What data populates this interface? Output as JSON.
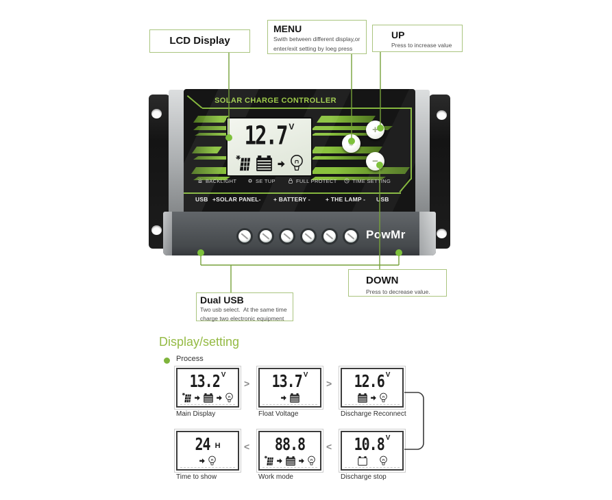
{
  "callouts": {
    "lcd": {
      "title": "LCD Display"
    },
    "menu": {
      "title": "MENU",
      "line1": "Swith between different display,or",
      "line2": "enter/exit setting by loeg press"
    },
    "up": {
      "title": "UP",
      "desc": "Press to increase value"
    },
    "down": {
      "title": "DOWN",
      "desc": "Press to decrease value."
    },
    "dual_usb": {
      "title": "Dual USB",
      "line1": "Two usb select.  At the same time",
      "line2": "charge two electronic equipment"
    }
  },
  "device": {
    "header": "SOLAR CHARGE CONTROLLER",
    "brand": "PowMr",
    "lcd": {
      "value": "12.7",
      "unit": "V",
      "icons": [
        "solar-panel-icon",
        "battery-icon",
        "arrow-icon",
        "bulb-icon"
      ]
    },
    "buttons": {
      "menu_glyph": "",
      "up_glyph": "+",
      "down_glyph": "−"
    },
    "functions": [
      {
        "icon": "backlight-icon",
        "label": "BACKLIGHT"
      },
      {
        "icon": "gear-icon",
        "label": "SE TUP"
      },
      {
        "icon": "lock-icon",
        "label": "FULL PROTECT"
      },
      {
        "icon": "clock-icon",
        "label": "TIME SETTING"
      }
    ],
    "ports": [
      "USB",
      "+SOLAR PANEL-",
      "+ BATTERY -",
      "+ THE LAMP -",
      "USB"
    ],
    "terminal_count": 6
  },
  "process": {
    "heading": "Display/setting",
    "subheading": "Process",
    "row1_separator": ">",
    "row2_separator": "<",
    "screens": [
      {
        "value": "13.2",
        "unit": "V",
        "label": "Main Display",
        "icons": [
          "solar-panel-icon",
          "arrow-icon",
          "battery-icon",
          "arrow-icon",
          "bulb-icon"
        ]
      },
      {
        "value": "13.7",
        "unit": "V",
        "label": "Float Voltage",
        "icons": [
          "arrow-icon",
          "battery-icon"
        ]
      },
      {
        "value": "12.6",
        "unit": "V",
        "label": "Discharge Reconnect",
        "icons": [
          "battery-icon",
          "arrow-icon",
          "bulb-icon"
        ]
      },
      {
        "value": "24",
        "unit": "H",
        "label": "Time to show",
        "icons": [
          "arrow-icon",
          "bulb-icon"
        ]
      },
      {
        "value": "88.8",
        "unit": "",
        "label": "Work mode",
        "icons": [
          "solar-panel-icon",
          "arrow-icon",
          "battery-icon",
          "arrow-icon",
          "bulb-icon"
        ]
      },
      {
        "value": "10.8",
        "unit": "V",
        "label": "Discharge stop",
        "icons": [
          "battery-empty-icon",
          "bulb-icon"
        ]
      }
    ]
  },
  "colors": {
    "accent_green": "#8dc63f",
    "callout_line": "#76a13a",
    "callout_border": "#a9c47e",
    "panel_black": "#151515",
    "lcd_background": "#e7ece2",
    "terminal_gray": "#4b4f52"
  }
}
